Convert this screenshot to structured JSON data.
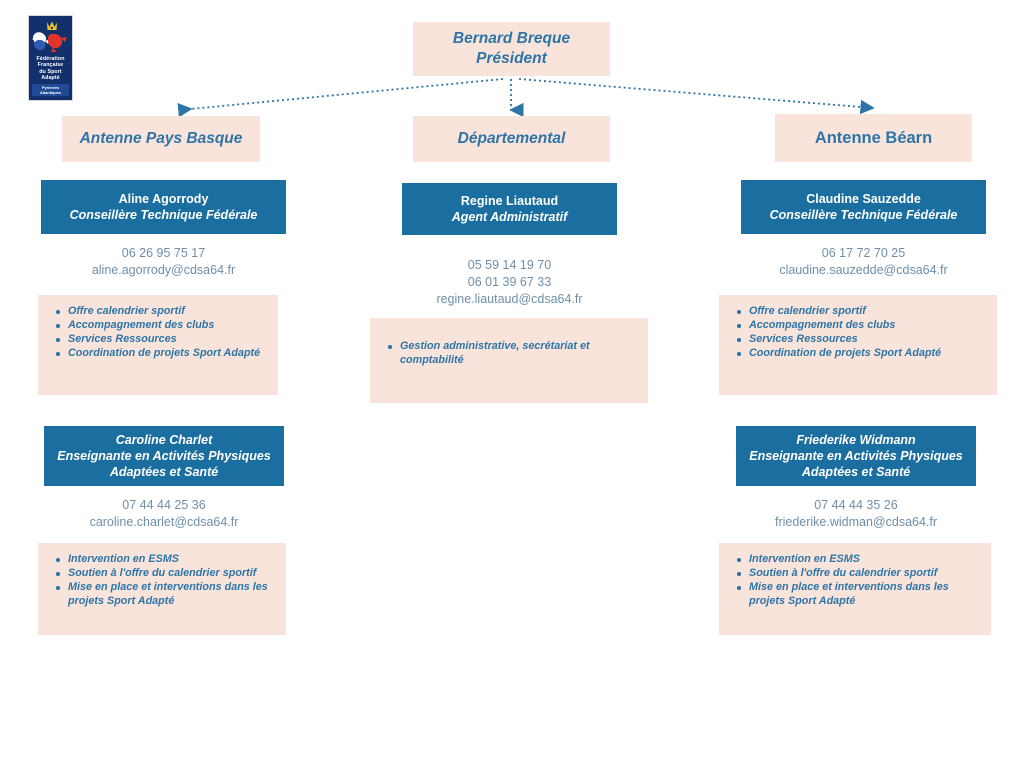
{
  "logo": {
    "name": "ffsa-logo",
    "line1": "Fédération",
    "line2": "Française",
    "line3": "du Sport",
    "line4": "Adapté",
    "subtitle": "Pyrénées Atlantiques",
    "colors": {
      "background": "#12306b",
      "band": "#1f4a96",
      "text": "#ffffff"
    }
  },
  "colors": {
    "pink": "#f9e4dc",
    "blue": "#1b6ea0",
    "blue_text": "#2e75a6",
    "contact_text": "#6f8fa8",
    "connector": "#2e75a6",
    "page_background": "#ffffff"
  },
  "president": {
    "name": "Bernard Breque",
    "title": "Président"
  },
  "branches": [
    {
      "id": "pays-basque",
      "label": "Antenne Pays Basque",
      "italic": true
    },
    {
      "id": "departemental",
      "label": "Départemental",
      "italic": true
    },
    {
      "id": "bearn",
      "label": "Antenne Béarn",
      "italic": false
    }
  ],
  "people": [
    {
      "id": "aline-agorrody",
      "column": "pays-basque",
      "name": "Aline Agorrody",
      "name_italic": false,
      "role": "Conseillère Technique Fédérale",
      "phones": [
        "06 26 95 75 17"
      ],
      "email": "aline.agorrody@cdsa64.fr",
      "missions": [
        "Offre calendrier sportif",
        "Accompagnement des clubs",
        "Services Ressources",
        "Coordination de projets Sport Adapté"
      ]
    },
    {
      "id": "regine-liautaud",
      "column": "departemental",
      "name": "Regine Liautaud",
      "name_italic": false,
      "role": "Agent Administratif",
      "phones": [
        "05 59 14 19 70",
        "06 01 39 67 33"
      ],
      "email": "regine.liautaud@cdsa64.fr",
      "missions": [
        "Gestion administrative, secrétariat et comptabilité"
      ]
    },
    {
      "id": "claudine-sauzedde",
      "column": "bearn",
      "name": "Claudine Sauzedde",
      "name_italic": false,
      "role": "Conseillère Technique Fédérale",
      "phones": [
        "06 17 72 70 25"
      ],
      "email": "claudine.sauzedde@cdsa64.fr",
      "missions": [
        "Offre calendrier sportif",
        "Accompagnement des clubs",
        "Services Ressources",
        "Coordination de projets Sport Adapté"
      ]
    },
    {
      "id": "caroline-charlet",
      "column": "pays-basque",
      "name": "Caroline Charlet",
      "name_italic": true,
      "role": "Enseignante en Activités Physiques Adaptées et Santé",
      "phones": [
        "07 44 44 25 36"
      ],
      "email": "caroline.charlet@cdsa64.fr",
      "missions": [
        "Intervention en ESMS",
        "Soutien à l'offre du calendrier sportif",
        "Mise en place et interventions dans les projets Sport Adapté"
      ]
    },
    {
      "id": "friederike-widmann",
      "column": "bearn",
      "name": "Friederike Widmann",
      "name_italic": true,
      "role": "Enseignante en Activités Physiques Adaptées et Santé",
      "phones": [
        "07 44 44 35 26"
      ],
      "email": "friederike.widman@cdsa64.fr",
      "missions": [
        "Intervention en ESMS",
        "Soutien à l'offre du calendrier sportif",
        "Mise en place et interventions dans les projets Sport Adapté"
      ]
    }
  ],
  "connectors": [
    {
      "id": "president-to-pays-basque",
      "style": "dotted",
      "arrow": "left"
    },
    {
      "id": "president-to-departemental",
      "style": "dotted",
      "arrow": "down"
    },
    {
      "id": "president-to-bearn",
      "style": "dotted",
      "arrow": "right"
    }
  ]
}
